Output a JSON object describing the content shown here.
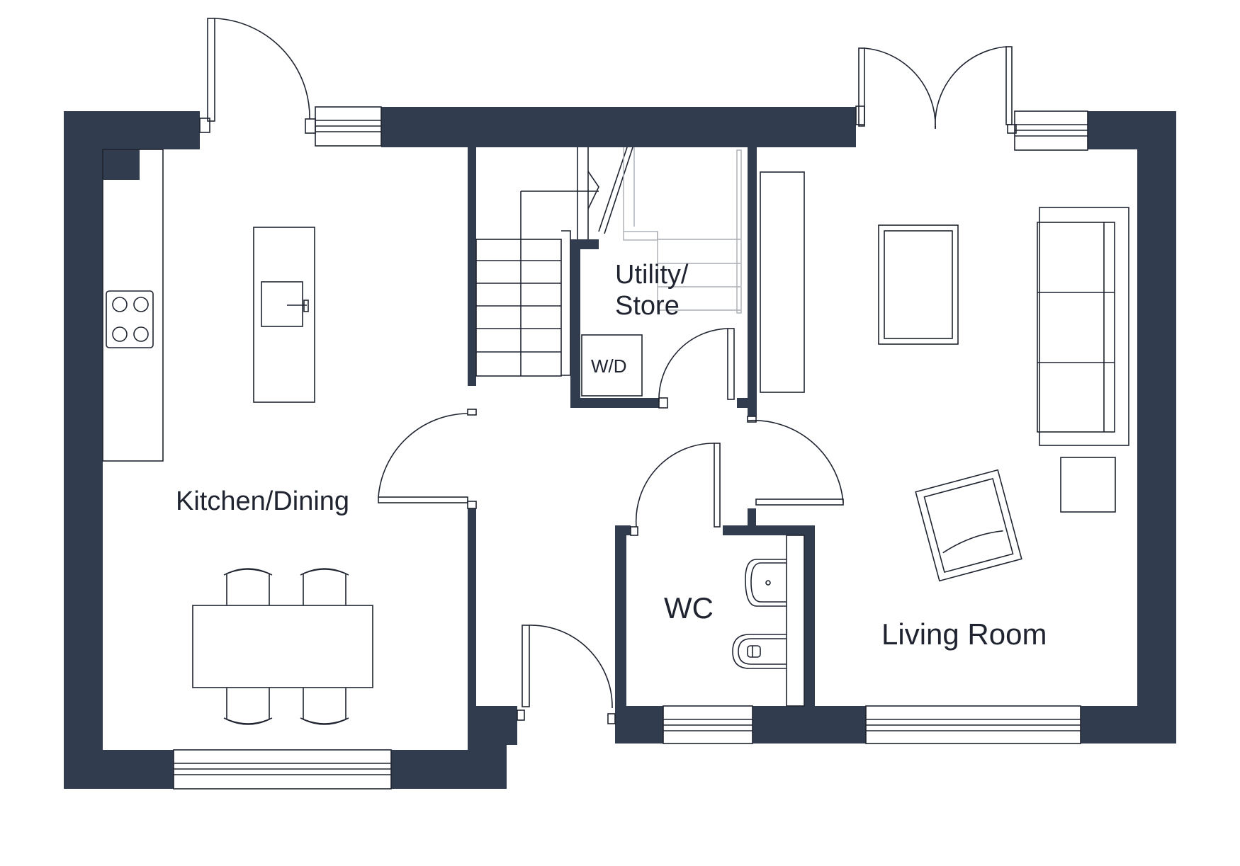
{
  "plan": {
    "wall_color": "#313c4e",
    "rooms": {
      "kitchen": "Kitchen/Dining",
      "utility_line1": "Utility/",
      "utility_line2": "Store",
      "washer_dryer": "W/D",
      "wc": "WC",
      "living": "Living Room"
    },
    "icons": {
      "hob": "hob-icon",
      "sink": "sink-icon",
      "toilet": "toilet-icon",
      "basin": "basin-icon"
    }
  }
}
